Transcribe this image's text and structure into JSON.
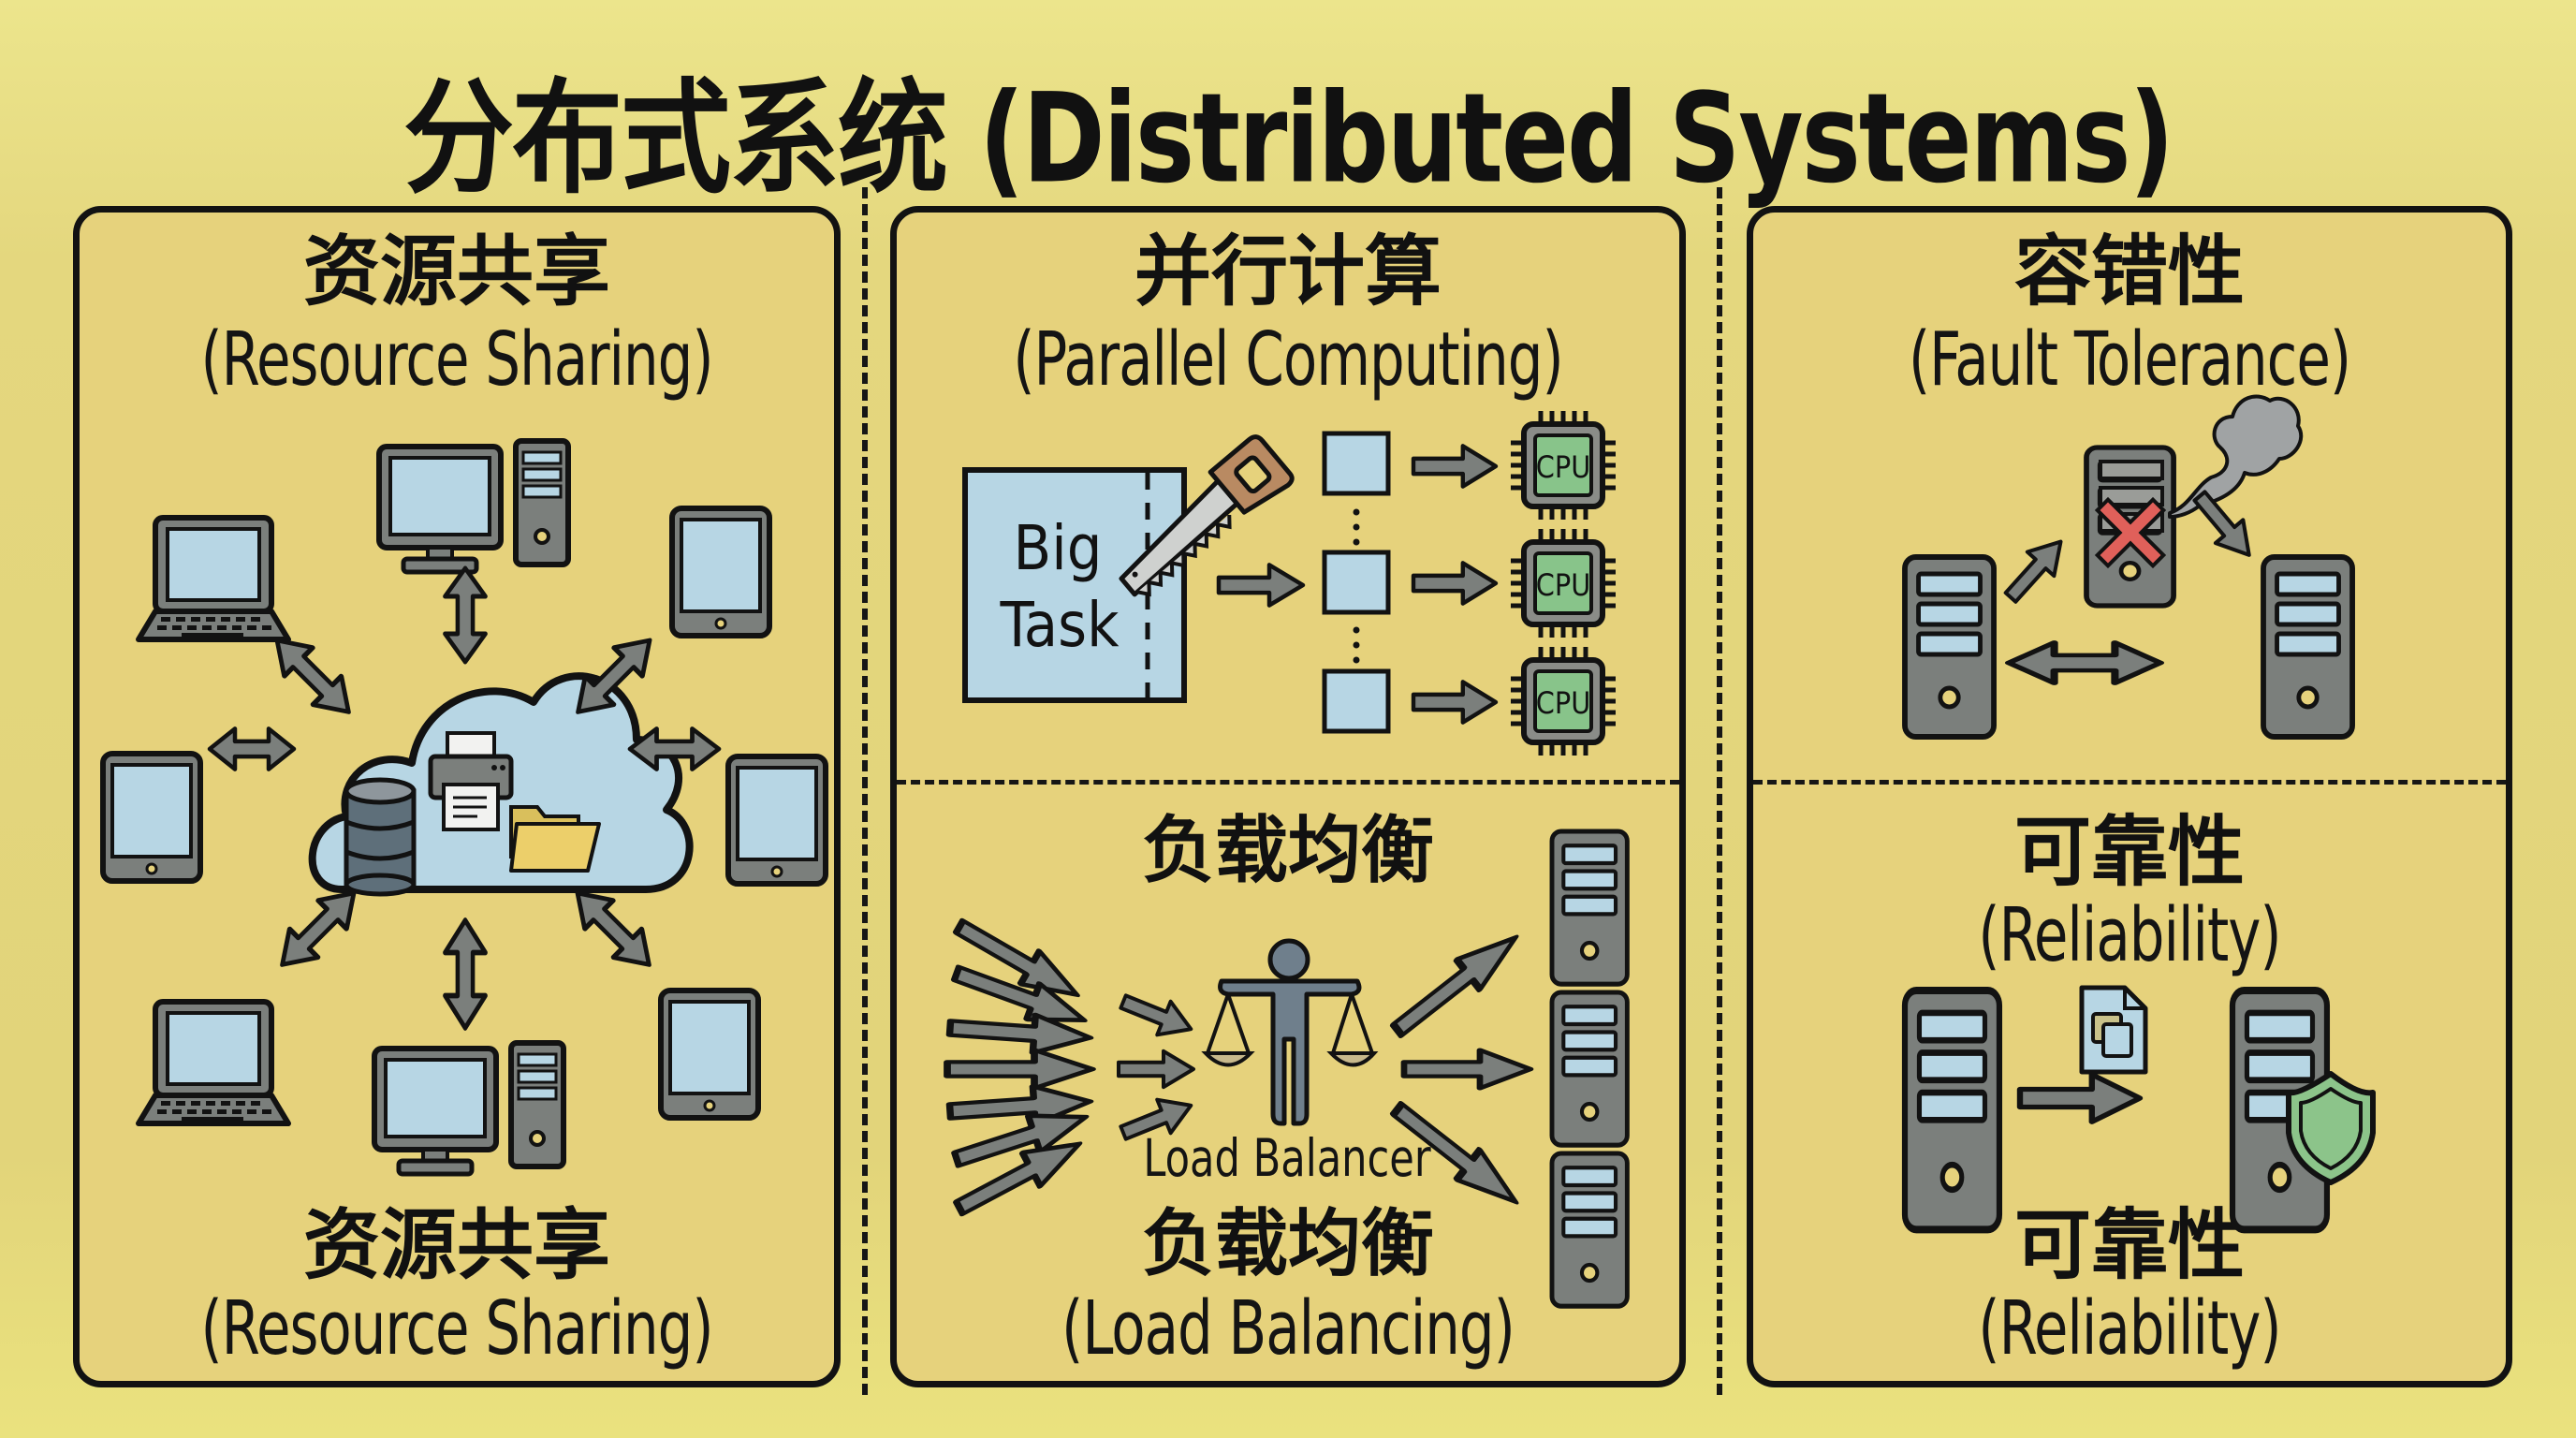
{
  "title": "分布式系统 (Distributed Systems)",
  "colors": {
    "background": "#e2d47c",
    "outline": "#121212",
    "device_gray": "#7b7f7c",
    "screen_blue": "#b7d6e4",
    "cpu_green": "#88c48a",
    "folder_yellow": "#eccf6a",
    "error_red": "#e0605a",
    "shield_green": "#8cc48a",
    "person_slate": "#6f7f8c"
  },
  "panels": [
    {
      "id": "resource-sharing",
      "title_zh": "资源共享",
      "title_en": "(Resource Sharing)",
      "footer_zh": "资源共享",
      "footer_en": "(Resource Sharing)",
      "hub": {
        "label": "cloud",
        "contents": [
          "database",
          "printer",
          "folder"
        ]
      },
      "devices": [
        "laptop",
        "desktop-computer",
        "tablet",
        "tablet",
        "tablet",
        "laptop",
        "desktop-computer",
        "tablet"
      ]
    },
    {
      "id": "parallel-computing",
      "title_zh": "并行计算",
      "title_en": "(Parallel Computing)",
      "task_label_line1": "Big",
      "task_label_line2": "Task",
      "cpu_label": "CPU",
      "cpu_count": 3,
      "subtask_count": 3
    },
    {
      "id": "load-balancing",
      "title_zh": "负载均衡",
      "balancer_label": "Load Balancer",
      "footer_zh": "负载均衡",
      "footer_en": "(Load Balancing)",
      "incoming_requests": 8,
      "server_count": 3
    },
    {
      "id": "fault-tolerance",
      "title_zh": "容错性",
      "title_en": "(Fault Tolerance)",
      "server_count": 3,
      "failed_server": "center"
    },
    {
      "id": "reliability",
      "title_zh": "可靠性",
      "title_en": "(Reliability)",
      "footer_zh": "可靠性",
      "footer_en": "(Reliability)",
      "server_count": 2,
      "replicated_item": "document-copy"
    }
  ]
}
